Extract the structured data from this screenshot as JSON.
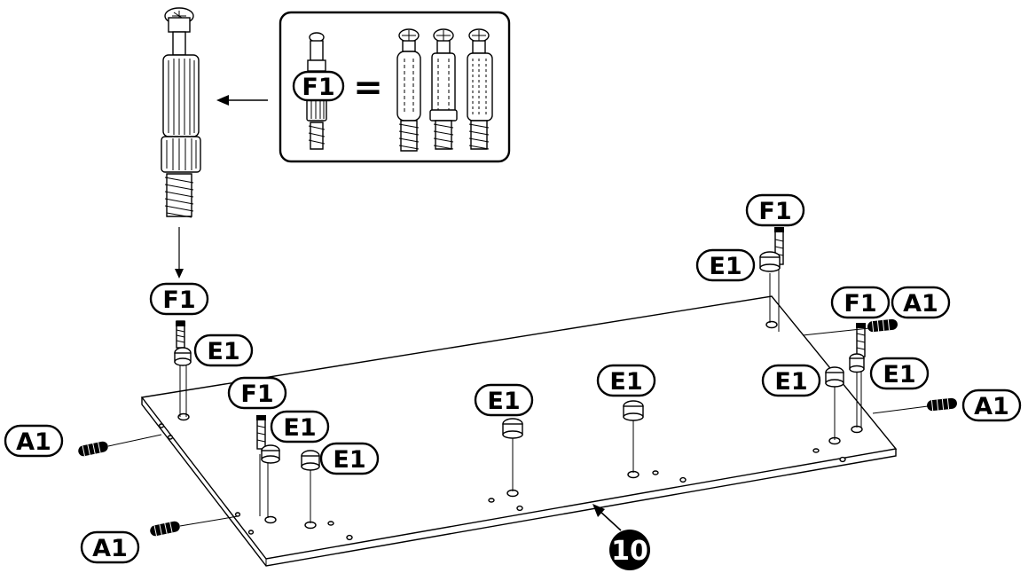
{
  "inset": {
    "left_label": "F1",
    "equals": "="
  },
  "labels": {
    "f1_top_right": "F1",
    "e1_top_right": "E1",
    "f1_right": "F1",
    "a1_right_top": "A1",
    "e1_right_a": "E1",
    "e1_right_b": "E1",
    "a1_right": "A1",
    "f1_left": "F1",
    "e1_left": "E1",
    "f1_mid_left": "F1",
    "e1_mid_left_a": "E1",
    "e1_mid_left_b": "E1",
    "e1_center_a": "E1",
    "e1_center_b": "E1",
    "a1_left": "A1",
    "a1_bottom_left": "A1"
  },
  "panel": {
    "number": "10"
  }
}
